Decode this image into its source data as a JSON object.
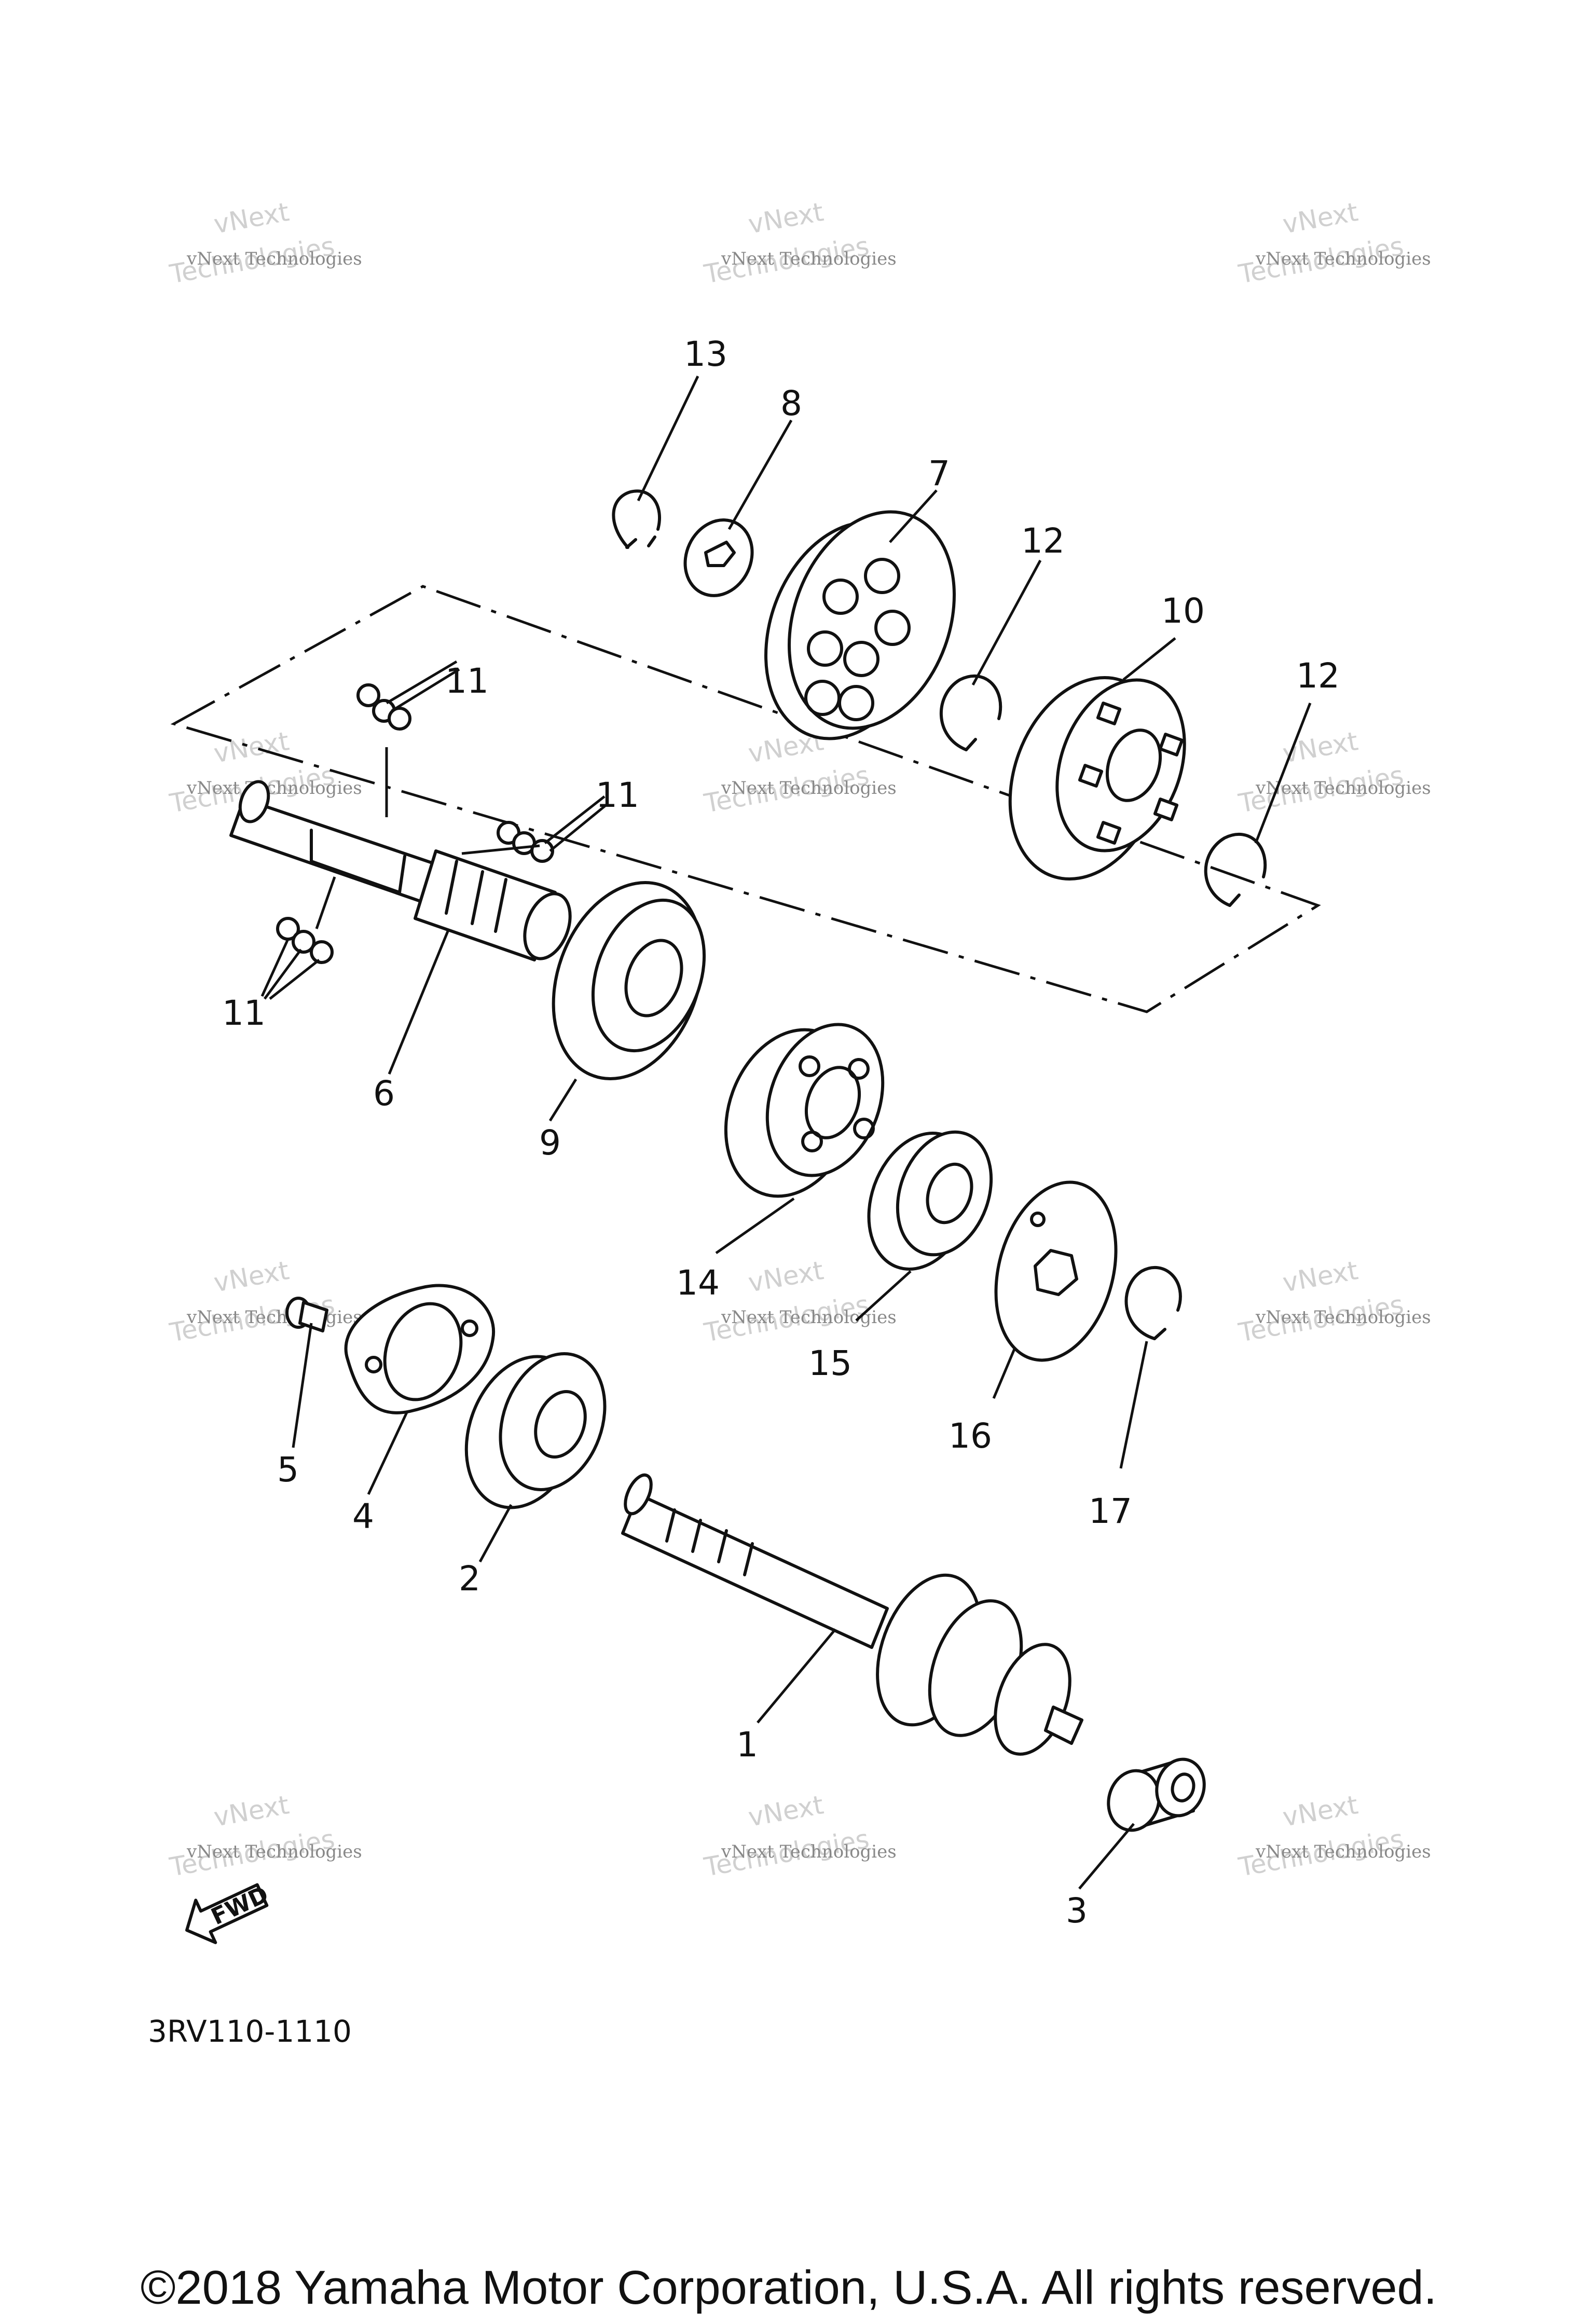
{
  "diagram": {
    "callouts": [
      "1",
      "2",
      "3",
      "4",
      "5",
      "6",
      "7",
      "8",
      "9",
      "10",
      "11",
      "11",
      "11",
      "11",
      "12",
      "12",
      "13",
      "14",
      "15",
      "16",
      "17"
    ],
    "watermark": {
      "line1": "vNext Technologies",
      "line2": "Technologies",
      "line3": "vNext"
    },
    "fwd_label": "FWD",
    "drawing_code": "3RV110-1110",
    "copyright": "©2018 Yamaha Motor Corporation, U.S.A. All rights reserved."
  }
}
